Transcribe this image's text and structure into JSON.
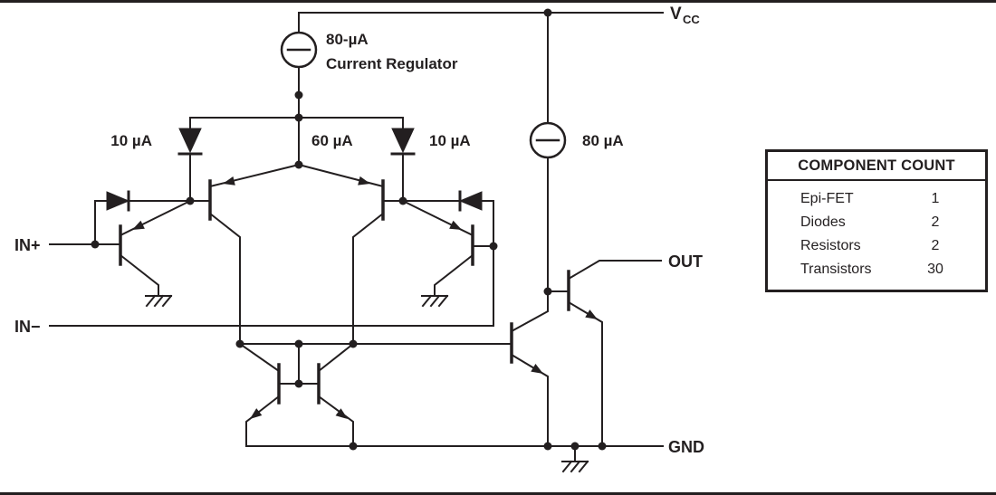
{
  "labels": {
    "vcc_main": "V",
    "vcc_sub": "CC",
    "in_plus": "IN+",
    "in_minus": "IN−",
    "out": "OUT",
    "gnd": "GND"
  },
  "currents": {
    "regulator_value": "80-µA",
    "regulator_name": "Current Regulator",
    "left_diode": "10 µA",
    "center": "60 µA",
    "right_diode": "10 µA",
    "output_source": "80 µA"
  },
  "component_table": {
    "title": "COMPONENT COUNT",
    "rows": [
      {
        "name": "Epi-FET",
        "count": "1"
      },
      {
        "name": "Diodes",
        "count": "2"
      },
      {
        "name": "Resistors",
        "count": "2"
      },
      {
        "name": "Transistors",
        "count": "30"
      }
    ]
  },
  "colors": {
    "line": "#231f20",
    "background": "#ffffff"
  }
}
